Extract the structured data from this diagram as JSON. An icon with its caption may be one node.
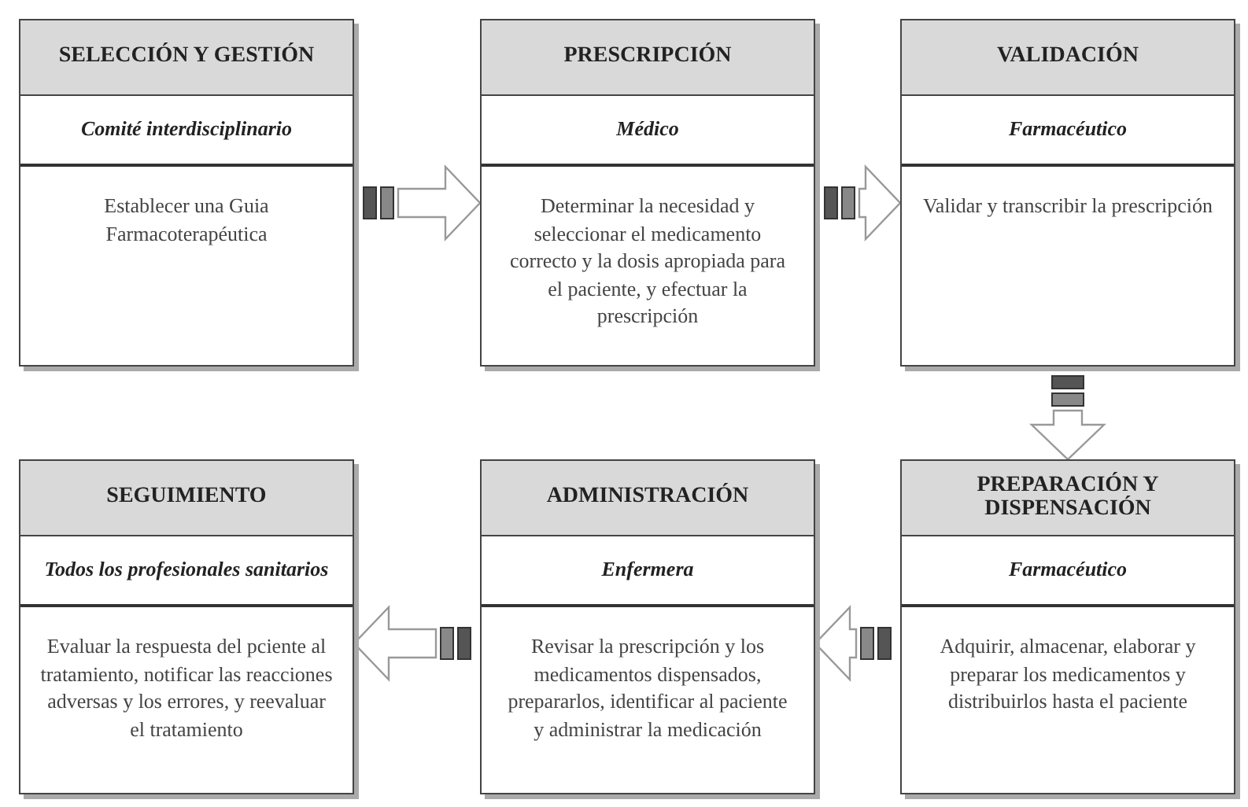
{
  "diagram": {
    "nodes": [
      {
        "text": [
          "SELECCIÓN Y GESTIÓN",
          "Comité interdisciplinario",
          "Establecer una Guia Farmacoterapéutica"
        ]
      },
      {
        "text": [
          "PRESCRIPCIÓN",
          "Médico",
          "Determinar la necesidad y seleccionar el medicamento correcto y la dosis apropiada para el paciente, y efectuar la prescripción"
        ]
      },
      {
        "text": [
          "VALIDACIÓN",
          "Farmacéutico",
          "Validar y transcribir la prescripción"
        ]
      },
      {
        "text": [
          "SEGUIMIENTO",
          "Todos los profesionales sanitarios",
          "Evaluar la respuesta del pciente al tratamiento, notificar las reacciones adversas y los errores, y reevaluar el tratamiento"
        ]
      },
      {
        "text": [
          "ADMINISTRACIÓN",
          "Enfermera",
          "Revisar la prescripción y los medicamentos dispensados, prepararlos, identificar al paciente y administrar la medicación"
        ]
      },
      {
        "text": [
          "PREPARACIÓN Y DISPENSACIÓN",
          "Farmacéutico",
          "Adquirir, almacenar, elaborar y preparar los medicamentos y distribuirlos hasta el paciente"
        ]
      }
    ],
    "edges": [
      {
        "from": 0,
        "to": 1,
        "arrow": "to"
      },
      {
        "from": 1,
        "to": 2,
        "arrow": "to"
      },
      {
        "from": 2,
        "to": 5,
        "arrow": "to"
      },
      {
        "from": 5,
        "to": 4,
        "arrow": "to"
      },
      {
        "from": 4,
        "to": 3,
        "arrow": "to"
      }
    ]
  }
}
